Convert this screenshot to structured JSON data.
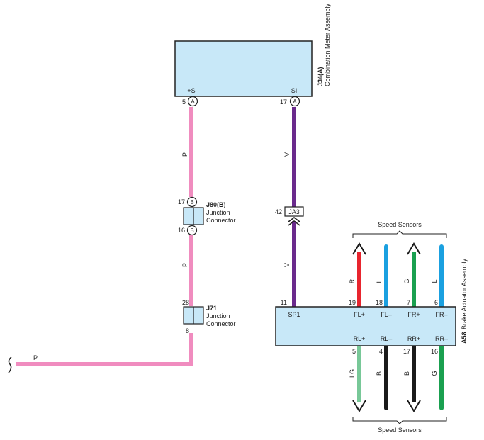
{
  "combination_meter": {
    "name": "Combination Meter Assembly",
    "code": "J34(A)",
    "pins": {
      "plus_s": {
        "label": "+S",
        "number": "5",
        "connector": "A"
      },
      "si": {
        "label": "SI",
        "number": "17",
        "connector": "A"
      }
    }
  },
  "j80": {
    "code": "J80(B)",
    "desc_line1": "Junction",
    "desc_line2": "Connector",
    "pin_top": "17",
    "pin_bottom": "16",
    "connector": "B"
  },
  "j71": {
    "code": "J71",
    "desc_line1": "Junction",
    "desc_line2": "Connector",
    "pin_top": "28",
    "pin_bottom": "8"
  },
  "ja3": {
    "label": "JA3",
    "pin": "42"
  },
  "brake_actuator": {
    "name": "Brake Actuator Assembly",
    "code": "A58",
    "sp1": {
      "label": "SP1",
      "number": "11"
    },
    "top_pins": [
      {
        "label": "FL+",
        "number": "19",
        "wire": "R"
      },
      {
        "label": "FL–",
        "number": "18",
        "wire": "L"
      },
      {
        "label": "FR+",
        "number": "7",
        "wire": "G"
      },
      {
        "label": "FR–",
        "number": "6",
        "wire": "L"
      }
    ],
    "bottom_pins": [
      {
        "label": "RL+",
        "number": "5",
        "wire": "LG"
      },
      {
        "label": "RL–",
        "number": "4",
        "wire": "B"
      },
      {
        "label": "RR+",
        "number": "17",
        "wire": "B"
      },
      {
        "label": "RR–",
        "number": "16",
        "wire": "G"
      }
    ]
  },
  "speed_sensors_top": "Speed Sensors",
  "speed_sensors_bottom": "Speed Sensors",
  "wire_colors_labels": {
    "pink_1": "P",
    "pink_2": "P",
    "pink_3": "P",
    "violet_1": "V",
    "violet_2": "V"
  },
  "colors": {
    "component_fill": "#c8e8f8",
    "pink": "#f08cbf",
    "violet": "#6a2a8c",
    "red": "#e8252e",
    "light_blue": "#1aa0e0",
    "green": "#1aa050",
    "light_green": "#78c898",
    "black": "#1a1a1a"
  }
}
